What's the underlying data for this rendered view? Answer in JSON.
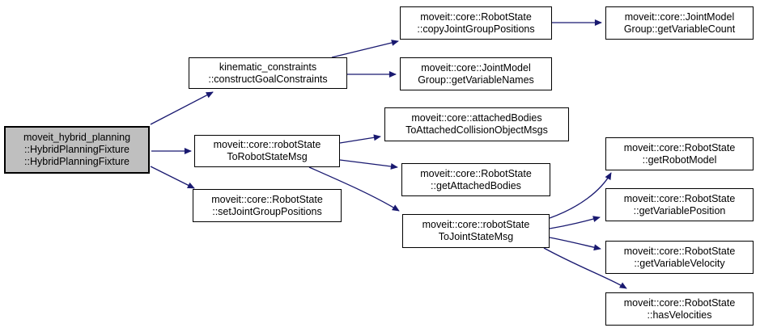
{
  "diagram": {
    "type": "call-graph",
    "background_color": "#ffffff",
    "edge_color": "#191970",
    "node_fill_color": "#ffffff",
    "node_border_color": "#000000",
    "root_node_fill_color": "#bfbfbf",
    "text_color": "#000000"
  },
  "nodes": {
    "root": {
      "id": "hybrid-planning-fixture",
      "label": "moveit_hybrid_planning\n::HybridPlanningFixture\n::HybridPlanningFixture",
      "is_root": true
    },
    "construct": {
      "id": "construct-goal-constraints",
      "label": "kinematic_constraints\n::constructGoalConstraints"
    },
    "rs2rsmsg": {
      "id": "robot-state-to-robot-state-msg",
      "label": "moveit::core::robotState\nToRobotStateMsg"
    },
    "setjgp": {
      "id": "set-joint-group-positions",
      "label": "moveit::core::RobotState\n::setJointGroupPositions"
    },
    "copyjgp": {
      "id": "copy-joint-group-positions",
      "label": "moveit::core::RobotState\n::copyJointGroupPositions"
    },
    "getvarnames": {
      "id": "get-variable-names",
      "label": "moveit::core::JointModel\nGroup::getVariableNames"
    },
    "attached": {
      "id": "attached-bodies-to-attached-collision-object-msgs",
      "label": "moveit::core::attachedBodies\nToAttachedCollisionObjectMsgs"
    },
    "getattached": {
      "id": "get-attached-bodies",
      "label": "moveit::core::RobotState\n::getAttachedBodies"
    },
    "rs2jsmsg": {
      "id": "robot-state-to-joint-state-msg",
      "label": "moveit::core::robotState\nToJointStateMsg"
    },
    "getvarcount": {
      "id": "get-variable-count",
      "label": "moveit::core::JointModel\nGroup::getVariableCount"
    },
    "getmodel": {
      "id": "get-robot-model",
      "label": "moveit::core::RobotState\n::getRobotModel"
    },
    "getvarpos": {
      "id": "get-variable-position",
      "label": "moveit::core::RobotState\n::getVariablePosition"
    },
    "getvarvel": {
      "id": "get-variable-velocity",
      "label": "moveit::core::RobotState\n::getVariableVelocity"
    },
    "hasvel": {
      "id": "has-velocities",
      "label": "moveit::core::RobotState\n::hasVelocities"
    }
  },
  "edges": [
    {
      "from": "hybrid-planning-fixture",
      "to": "construct-goal-constraints"
    },
    {
      "from": "hybrid-planning-fixture",
      "to": "robot-state-to-robot-state-msg"
    },
    {
      "from": "hybrid-planning-fixture",
      "to": "set-joint-group-positions"
    },
    {
      "from": "construct-goal-constraints",
      "to": "copy-joint-group-positions"
    },
    {
      "from": "construct-goal-constraints",
      "to": "get-variable-names"
    },
    {
      "from": "copy-joint-group-positions",
      "to": "get-variable-count"
    },
    {
      "from": "robot-state-to-robot-state-msg",
      "to": "attached-bodies-to-attached-collision-object-msgs"
    },
    {
      "from": "robot-state-to-robot-state-msg",
      "to": "get-attached-bodies"
    },
    {
      "from": "robot-state-to-robot-state-msg",
      "to": "robot-state-to-joint-state-msg"
    },
    {
      "from": "robot-state-to-joint-state-msg",
      "to": "get-robot-model"
    },
    {
      "from": "robot-state-to-joint-state-msg",
      "to": "get-variable-position"
    },
    {
      "from": "robot-state-to-joint-state-msg",
      "to": "get-variable-velocity"
    },
    {
      "from": "robot-state-to-joint-state-msg",
      "to": "has-velocities"
    }
  ]
}
